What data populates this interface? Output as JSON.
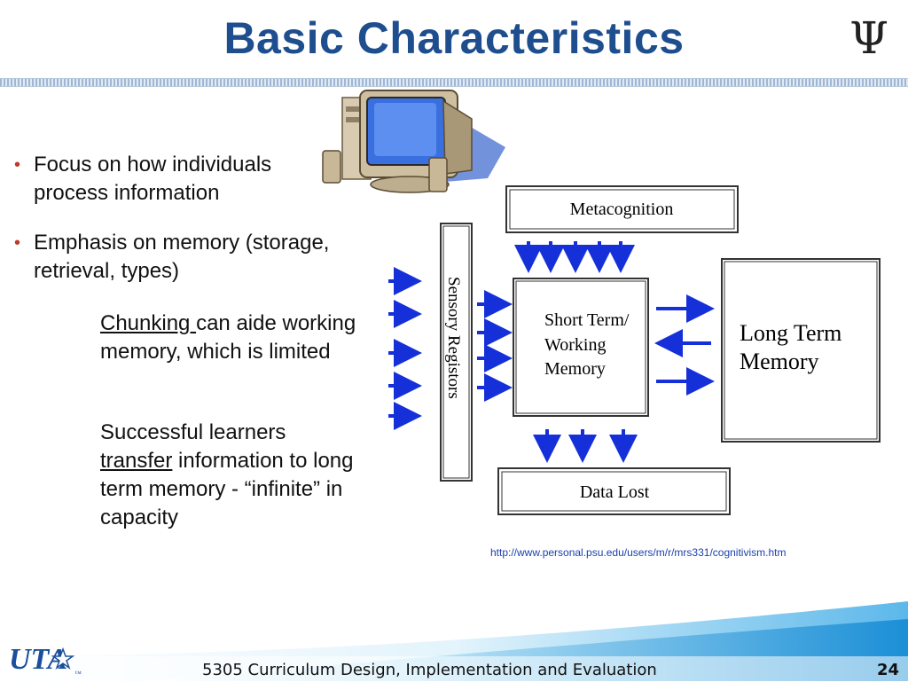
{
  "slide": {
    "title": "Basic Characteristics",
    "psi_symbol": "Ψ",
    "page_number": "24",
    "footer": "5305 Curriculum Design, Implementation and Evaluation",
    "logo_text": "UTA",
    "logo_tm": "™"
  },
  "bullets": [
    {
      "text": "Focus on how individuals process information"
    },
    {
      "text": "Emphasis on memory (storage, retrieval, types)"
    }
  ],
  "notes": {
    "chunking_word": "Chunking ",
    "chunking_rest": "can aide working memory, which is limited",
    "learners_pre": "Successful learners ",
    "learners_word": "transfer",
    "learners_post": " information to long term memory - “infinite” in capacity"
  },
  "diagram": {
    "metacognition": "Metacognition",
    "sensory": "Sensory Registors",
    "working_line1": "Short Term/",
    "working_line2": "Working",
    "working_line3": "Memory",
    "long_line1": "Long Term",
    "long_line2": "Memory",
    "data_lost": "Data Lost",
    "arrow_color": "#1530d8"
  },
  "source_url": "http://www.personal.psu.edu/users/m/r/mrs331/cognitivism.htm",
  "colors": {
    "title": "#1f4e8f",
    "bullet_dot": "#c0392b",
    "url": "#1a3fb0"
  }
}
